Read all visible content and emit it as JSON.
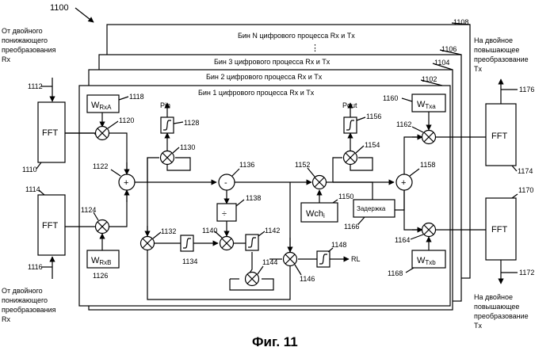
{
  "figure": {
    "ref": "1100",
    "caption": "Фиг. 11"
  },
  "bins": {
    "bin_n": {
      "ref": "1108",
      "label": "Бин N цифрового процесса Rx и Tx"
    },
    "bin_3": {
      "ref": "1106",
      "label": "Бин 3 цифрового процесса Rx и Tx"
    },
    "bin_2": {
      "ref": "1104",
      "label": "Бин 2 цифрового процесса Rx и Tx"
    },
    "bin_1": {
      "ref": "1102",
      "label": "Бин 1 цифрового процесса Rx и Tx"
    },
    "ellipsis": "⋮"
  },
  "inputs": {
    "top": {
      "lines": [
        "От двойного",
        "понижающего",
        "преобразования",
        "Rx"
      ],
      "ref": "1112"
    },
    "bottom": {
      "lines": [
        "От двойного",
        "понижающего",
        "преобразования",
        "Rx"
      ],
      "ref": "1116"
    }
  },
  "outputs": {
    "top": {
      "lines": [
        "На двойное",
        "повышающее",
        "преобразование",
        "Tx"
      ],
      "ref": "1176"
    },
    "bottom": {
      "lines": [
        "На двойное",
        "повышающее",
        "преобразование",
        "Tx"
      ],
      "ref": "1172"
    }
  },
  "blocks": {
    "fft_in_top": {
      "label": "FFT",
      "ref": "1110"
    },
    "fft_in_bottom": {
      "label": "FFT",
      "ref": "1114"
    },
    "fft_out_top": {
      "label": "FFT",
      "ref": "1174"
    },
    "fft_out_bottom": {
      "label": "FFT",
      "ref": "1170"
    },
    "w_rxa": {
      "main": "W",
      "sub": "RxA",
      "ref": "1118"
    },
    "w_rxb": {
      "main": "W",
      "sub": "RxB",
      "ref": "1126"
    },
    "w_txa": {
      "main": "W",
      "sub": "Txa",
      "ref": "1160"
    },
    "w_txb": {
      "main": "W",
      "sub": "Txb",
      "ref": "1168"
    },
    "w_chi": {
      "main": "Wch",
      "sub": "i",
      "ref": "1150"
    },
    "delay": {
      "label": "Задержка",
      "ref": "1166"
    },
    "divider": {
      "symbol": "÷",
      "ref": "1138"
    }
  },
  "signals": {
    "pin": "Pin",
    "pout": "Pout",
    "rl": "RL"
  },
  "nodes": {
    "mult_1120": {
      "ref": "1120"
    },
    "mult_1124": {
      "ref": "1124"
    },
    "sum_1122": {
      "ref": "1122",
      "symbol": "+"
    },
    "integrator_1128": {
      "ref": "1128"
    },
    "mult_1130": {
      "ref": "1130"
    },
    "diff_1136": {
      "ref": "1136",
      "symbol": "-"
    },
    "mult_1132": {
      "ref": "1132"
    },
    "integrator_1134": {
      "ref": "1134"
    },
    "mult_1140": {
      "ref": "1140"
    },
    "integrator_1142": {
      "ref": "1142"
    },
    "mult_1144": {
      "ref": "1144"
    },
    "mult_1146": {
      "ref": "1146"
    },
    "integrator_1148": {
      "ref": "1148"
    },
    "mult_1152": {
      "ref": "1152"
    },
    "integrator_1156": {
      "ref": "1156"
    },
    "mult_1154": {
      "ref": "1154"
    },
    "sum_1158": {
      "ref": "1158",
      "symbol": "+"
    },
    "mult_1162": {
      "ref": "1162"
    },
    "mult_1164": {
      "ref": "1164"
    }
  }
}
